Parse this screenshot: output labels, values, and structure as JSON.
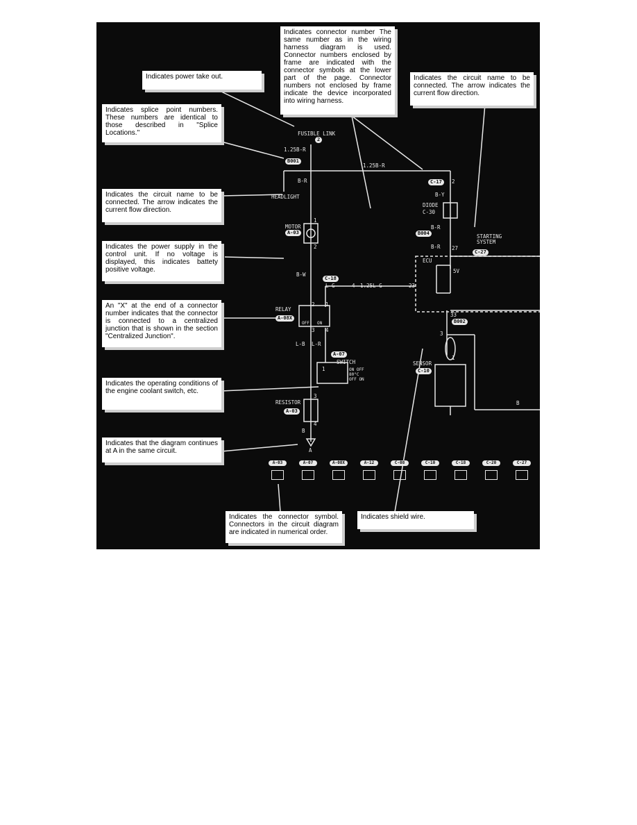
{
  "callouts": {
    "connector_number": "Indicates connector number The same number as in the wiring harness diagram is used. Connector numbers enclosed by frame are indicated with the connector symbols at the lower part of the page. Connector numbers not enclosed by frame indicate the device incorporated into wiring harness.",
    "power_take_out": "Indicates power take out.",
    "circuit_name_right": "Indicates the circuit name to be connected. The arrow indicates the current flow direction.",
    "splice_point": "Indicates splice point numbers. These numbers are identical to those described in \"Splice Locations.\"",
    "circuit_name_left": "Indicates the circuit name to be connected. The arrow indicates the current flow direction.",
    "power_supply": "Indicates the power supply in the control unit. If no voltage is displayed, this indicates battety positive voltage.",
    "x_connector": "An \"X\" at the end of a connector number indicates that the connector is connected to a centralized junction that is shown in the section \"Centralized Junction\".",
    "operating_conditions": "Indicates the operating conditions of the engine coolant switch, etc.",
    "continues": "Indicates that the diagram continues at A in the same circuit.",
    "connector_symbol": "Indicates the connector symbol. Connectors in the circuit diagram are indicated in numerical order.",
    "shield_wire": "Indicates shield wire."
  },
  "components": {
    "fusible_link": "FUSIBLE LINK",
    "fusible_link_num": "2",
    "motor": "MOTOR",
    "relay": "RELAY",
    "resistor": "RESISTOR",
    "switch": "SWITCH",
    "diode": "DIODE",
    "diode_conn": "C-30",
    "ecu": "ECU",
    "sensor": "SENSOR",
    "headlight": "HEADLIGHT",
    "starting_system": "STARTING SYSTEM",
    "voltage_5v": "5V"
  },
  "wires": {
    "w1": "1.25B-R",
    "w2": "1.25B-R",
    "w3": "B-R",
    "w4": "B-Y",
    "w5": "B-R",
    "w6": "B-R",
    "w7": "B-W",
    "w8": "L-G",
    "w9": "1.25L-G",
    "w10": "L-B",
    "w11": "L-R",
    "w12": "B",
    "w13": "B"
  },
  "tags": {
    "splice_left": "B001",
    "splice_right": "B004",
    "shield": "B002",
    "diode_top": "C-17",
    "motor": "A-03",
    "relay": "A-08X",
    "switch": "A-07",
    "resistor": "A-03",
    "lg_conn": "C-18",
    "ecu": "C-27",
    "sensor": "C-10"
  },
  "pins": {
    "p_diode_top": "2",
    "p_ecu_top": "27",
    "p_motor_1": "1",
    "p_motor_2": "2",
    "p_relay_2": "2",
    "p_relay_1": "1",
    "p_relay_3": "3",
    "p_relay_4": "4",
    "p_lg_4": "4",
    "p_ecu_23": "23",
    "p_ecu_33": "33",
    "p_sensor_3": "3",
    "p_sensor_1": "1",
    "p_sw_1": "1",
    "p_res_3": "3",
    "p_res_4": "4"
  },
  "switch_states": {
    "on_off": "ON OFF",
    "off_on": "OFF ON",
    "temp": "80°C"
  },
  "relay_states": {
    "off": "OFF",
    "on": "ON"
  },
  "continuation_marker": "A",
  "connector_legend": [
    "A-03",
    "A-07",
    "A-08X",
    "A-12",
    "C-08",
    "C-10",
    "C-18",
    "C-20",
    "C-27"
  ],
  "colors": {
    "panel_bg": "#0b0b0b",
    "wire": "#e8e8e8",
    "callout_bg": "#ffffff",
    "callout_shadow": "#cfcfcf"
  }
}
